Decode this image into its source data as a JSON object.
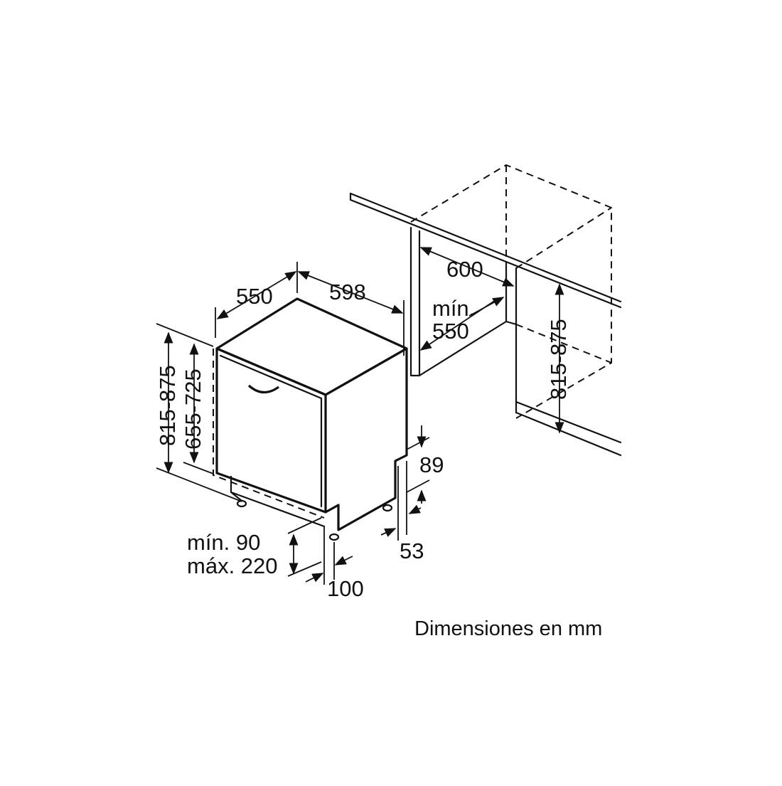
{
  "dimensions": {
    "depth": "550",
    "width": "598",
    "niche_width": "600",
    "niche_depth_label": "mín.",
    "niche_depth_value": "550",
    "niche_height": "815-875",
    "appliance_height": "815-875",
    "door_height": "655-725",
    "plinth_top": "89",
    "plinth_bottom": "53",
    "plinth_min": "mín. 90",
    "plinth_max": "máx. 220",
    "foot_offset": "100"
  },
  "caption": "Dimensiones en mm",
  "colors": {
    "line": "#111111",
    "background": "#ffffff"
  }
}
